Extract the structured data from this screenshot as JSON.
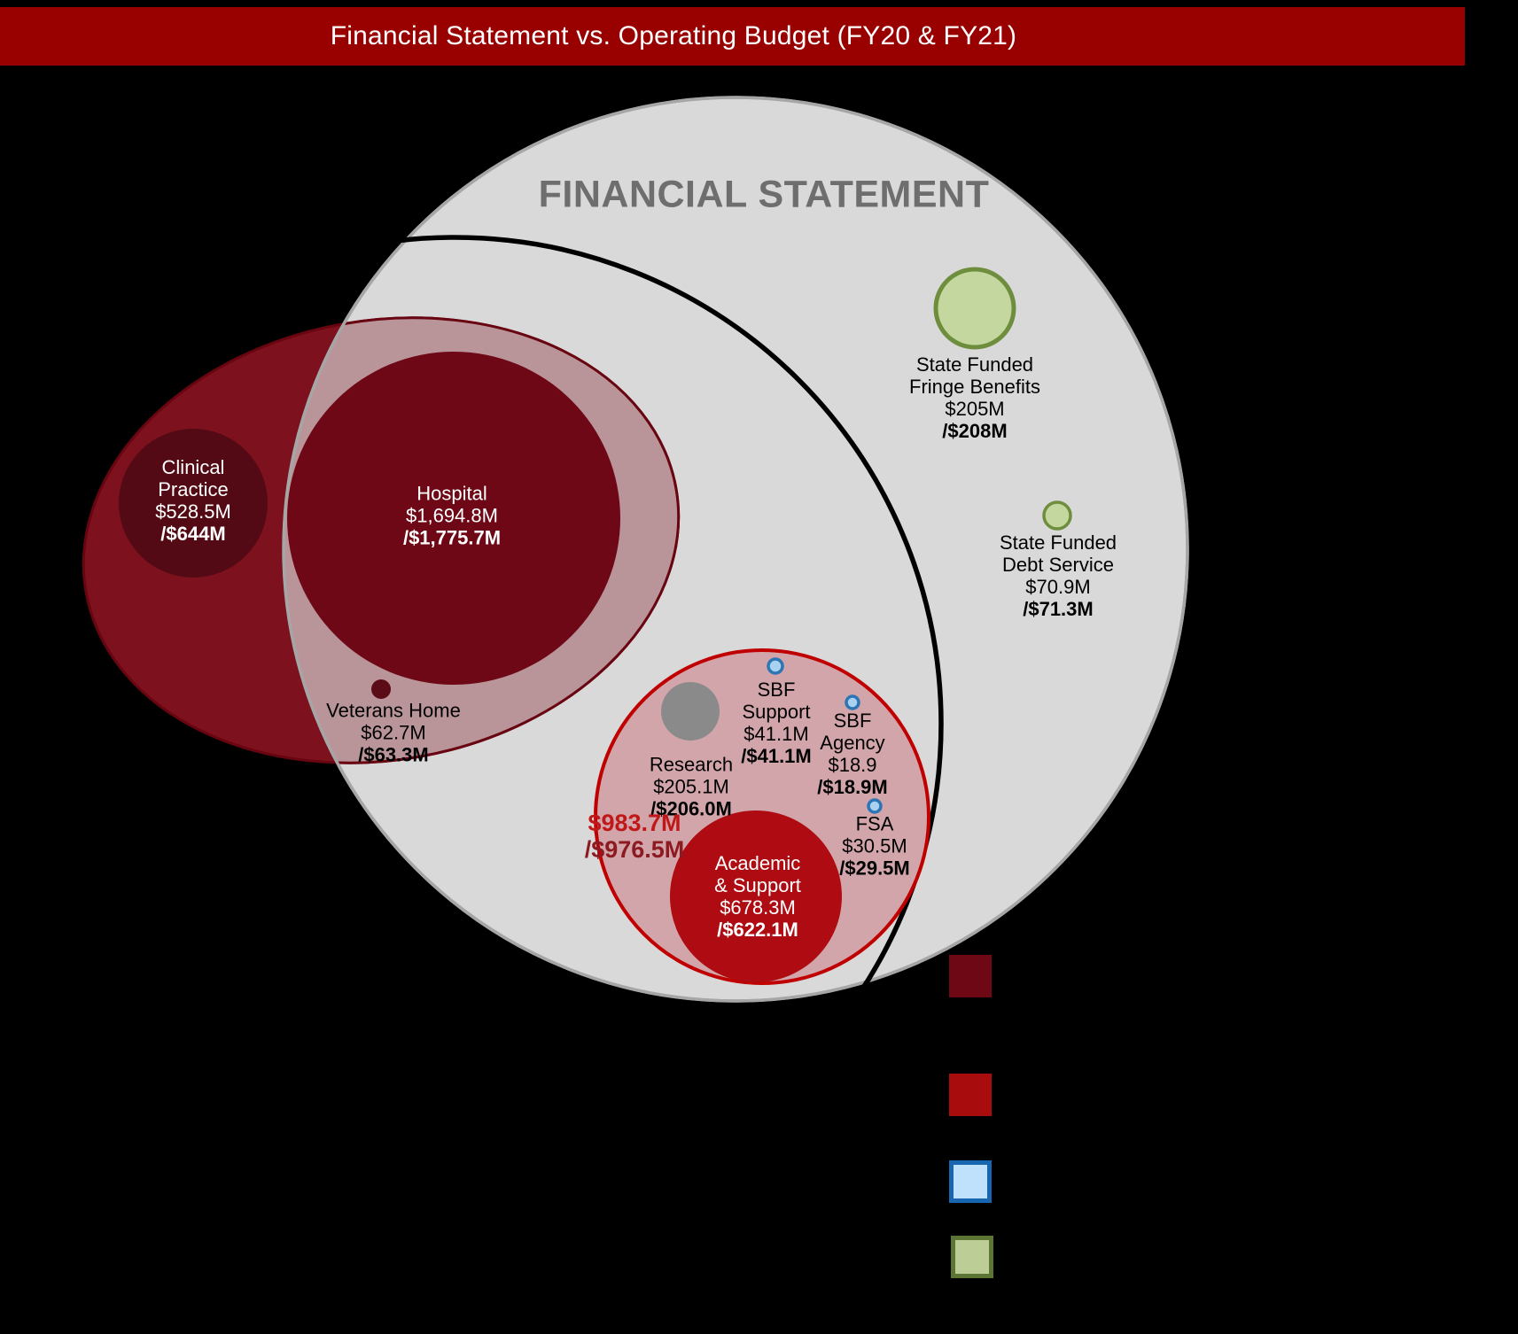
{
  "header": {
    "title": "Financial Statement vs. Operating Budget (FY20 & FY21)",
    "bar_color": "#990000"
  },
  "diagram": {
    "title": "FINANCIAL STATEMENT",
    "value_convention": "FY20 value / FY21 value (bold)",
    "nodes": {
      "clinical_practice": {
        "name1": "Clinical",
        "name2": "Practice",
        "fy20": "$528.5M",
        "fy21": "/$644M"
      },
      "hospital": {
        "name1": "Hospital",
        "fy20": "$1,694.8M",
        "fy21": "/$1,775.7M"
      },
      "veterans_home": {
        "name1": "Veterans Home",
        "fy20": "$62.7M",
        "fy21": "/$63.3M"
      },
      "research": {
        "name1": "Research",
        "fy20": "$205.1M",
        "fy21": "/$206.0M"
      },
      "sbf_support": {
        "name1": "SBF",
        "name2": "Support",
        "fy20": "$41.1M",
        "fy21": "/$41.1M"
      },
      "sbf_agency": {
        "name1": "SBF",
        "name2": "Agency",
        "fy20": "$18.9",
        "fy21": "/$18.9M"
      },
      "fsa": {
        "name1": "FSA",
        "fy20": "$30.5M",
        "fy21": "/$29.5M"
      },
      "academic_support": {
        "name1": "Academic",
        "name2": "& Support",
        "fy20": "$678.3M",
        "fy21": "/$622.1M"
      },
      "operating_group_total": {
        "fy20": "$983.7M",
        "fy21": "/$976.5M"
      },
      "state_funded_fringe_benefits": {
        "name1": "State Funded",
        "name2": "Fringe Benefits",
        "fy20": "$205M",
        "fy21": "/$208M"
      },
      "state_funded_debt_service": {
        "name1": "State Funded",
        "name2": "Debt Service",
        "fy20": "$70.9M",
        "fy21": "/$71.3M"
      }
    },
    "colors": {
      "background": "#000000",
      "financial_statement_fill": "#d9d9d9",
      "financial_statement_stroke": "#a6a6a6",
      "financial_statement_title": "#6e6e6e",
      "operating_budget_outline": "#000000",
      "hospital_group_dark": "#7d111d",
      "hospital_group_pink": "#b9959a",
      "hospital_group_stroke": "#680510",
      "clinical_circle": "#530a14",
      "hospital_circle": "#6e0817",
      "veterans_dot": "#5c0c16",
      "academic_group_pink": "#d2a5aa",
      "academic_group_stroke": "#c00000",
      "academic_circle": "#ae0c12",
      "research_circle": "#8a8a8a",
      "blue_dot_fill": "#a9d1f0",
      "blue_dot_stroke": "#2e75b6",
      "green_fill": "#c3d79f",
      "green_stroke": "#6e8e3e",
      "total_fy20_text": "#c01818",
      "total_fy21_text": "#8c1a20"
    }
  },
  "legend": {
    "swatches": [
      {
        "name": "maroon-swatch",
        "fill": "#6e0815"
      },
      {
        "name": "red-swatch",
        "fill": "#a80c0c"
      },
      {
        "name": "blue-swatch",
        "fill": "#bfe1fb",
        "border": "#1966b0"
      },
      {
        "name": "green-swatch",
        "fill": "#bccd95",
        "border": "#5d7534"
      }
    ]
  }
}
